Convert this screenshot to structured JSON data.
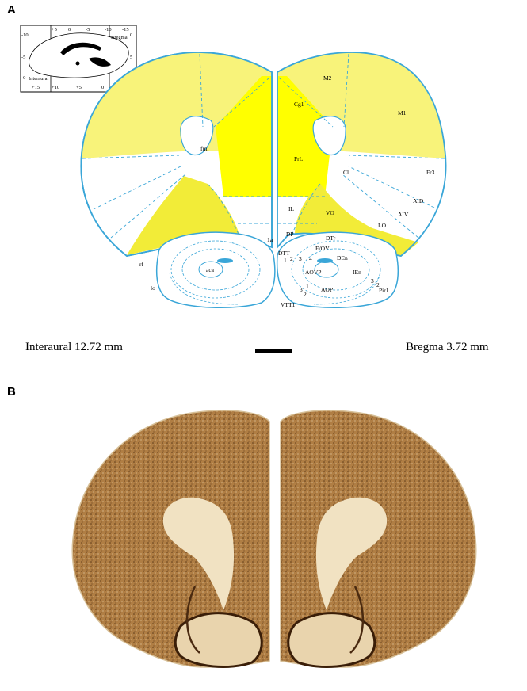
{
  "panel_a": {
    "label": "A",
    "caption_left": "Interaural 12.72 mm",
    "caption_right": "Bregma 3.72 mm",
    "inset": {
      "top_ticks": [
        "+5",
        "0",
        "-5",
        "-10",
        "-15"
      ],
      "bregma": "Bregma",
      "interaural": "Interaural",
      "left_ticks": [
        "-10",
        "-5",
        "-0"
      ],
      "right_ticks": [
        "0",
        "5"
      ],
      "bottom_ticks": [
        "+15",
        "+10",
        "+5",
        "0"
      ]
    },
    "regions": {
      "M2": "M2",
      "M1": "M1",
      "Cg1": "Cg1",
      "PrL": "PrL",
      "fmi": "fmi",
      "Cl": "Cl",
      "Fr3": "Fr3",
      "AID": "AID",
      "AIV": "AIV",
      "IL": "IL",
      "VO": "VO",
      "LO": "LO",
      "DP": "DP",
      "DTr": "DTr",
      "DTT": "DTT",
      "E_OV": "E/OV",
      "DEn": "DEn",
      "aca": "aca",
      "AOVP": "AOVP",
      "IEn": "IEn",
      "AOP": "AOP",
      "Pir1": "Pir1",
      "VTT1": "VTT1",
      "rf": "rf",
      "lo": "lo"
    },
    "layer_numbers": [
      "1",
      "2",
      "3",
      "4",
      "1",
      "2",
      "3",
      "3",
      "2",
      "1a"
    ]
  },
  "panel_b": {
    "label": "B"
  },
  "colors": {
    "yellow": "#f8f37a",
    "bright_yellow": "#ffff00",
    "outline": "#3aa6d8",
    "tissue": "#b98a52"
  }
}
